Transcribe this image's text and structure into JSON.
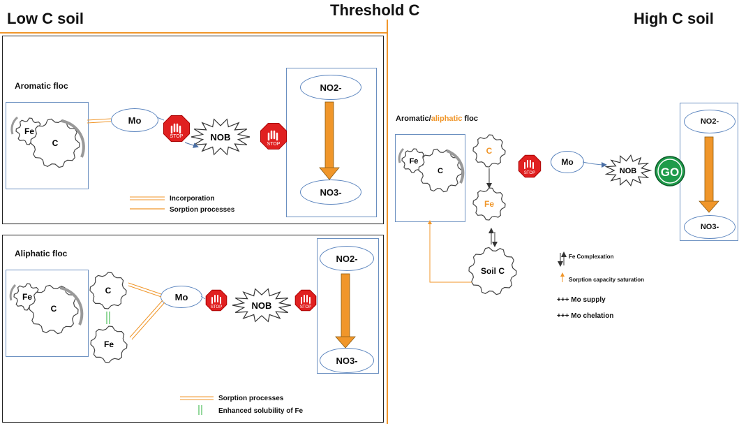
{
  "headers": {
    "low": "Low C soil",
    "threshold": "Threshold C",
    "high": "High C soil"
  },
  "aromatic": {
    "title": "Aromatic floc",
    "fe": "Fe",
    "c": "C",
    "mo": "Mo",
    "stop1": "STOP",
    "nob": "NOB",
    "stop2": "STOP",
    "no2": "NO2-",
    "no3": "NO3-",
    "legend_incorporation": "Incorporation",
    "legend_sorption": "Sorption processes"
  },
  "aliphatic": {
    "title": "Aliphatic floc",
    "fe": "Fe",
    "c": "C",
    "c_free": "C",
    "fe_free": "Fe",
    "mo": "Mo",
    "stop1": "STOP",
    "nob": "NOB",
    "stop2": "STOP",
    "no2": "NO2-",
    "no3": "NO3-",
    "legend_sorption": "Sorption processes",
    "legend_solubility": "Enhanced solubility of Fe"
  },
  "high": {
    "title_a": "Aromatic/",
    "title_b": "aliphatic",
    "title_c": " floc",
    "fe": "Fe",
    "c": "C",
    "c_orange": "C",
    "fe_orange": "Fe",
    "soil_c": "Soil C",
    "stop": "STOP",
    "mo": "Mo",
    "nob": "NOB",
    "go": "GO",
    "no2": "NO2-",
    "no3": "NO3-",
    "legend_fe_complexation": "Fe Complexation",
    "legend_sorption_sat": "Sorption capacity saturation",
    "legend_mo_supply": "+++ Mo supply",
    "legend_mo_chelation": "+++ Mo chelation"
  },
  "colors": {
    "orange": "#f0962a",
    "stop_red": "#e02020",
    "go_green": "#1f9b4a",
    "box_blue": "#6a8fc0"
  }
}
